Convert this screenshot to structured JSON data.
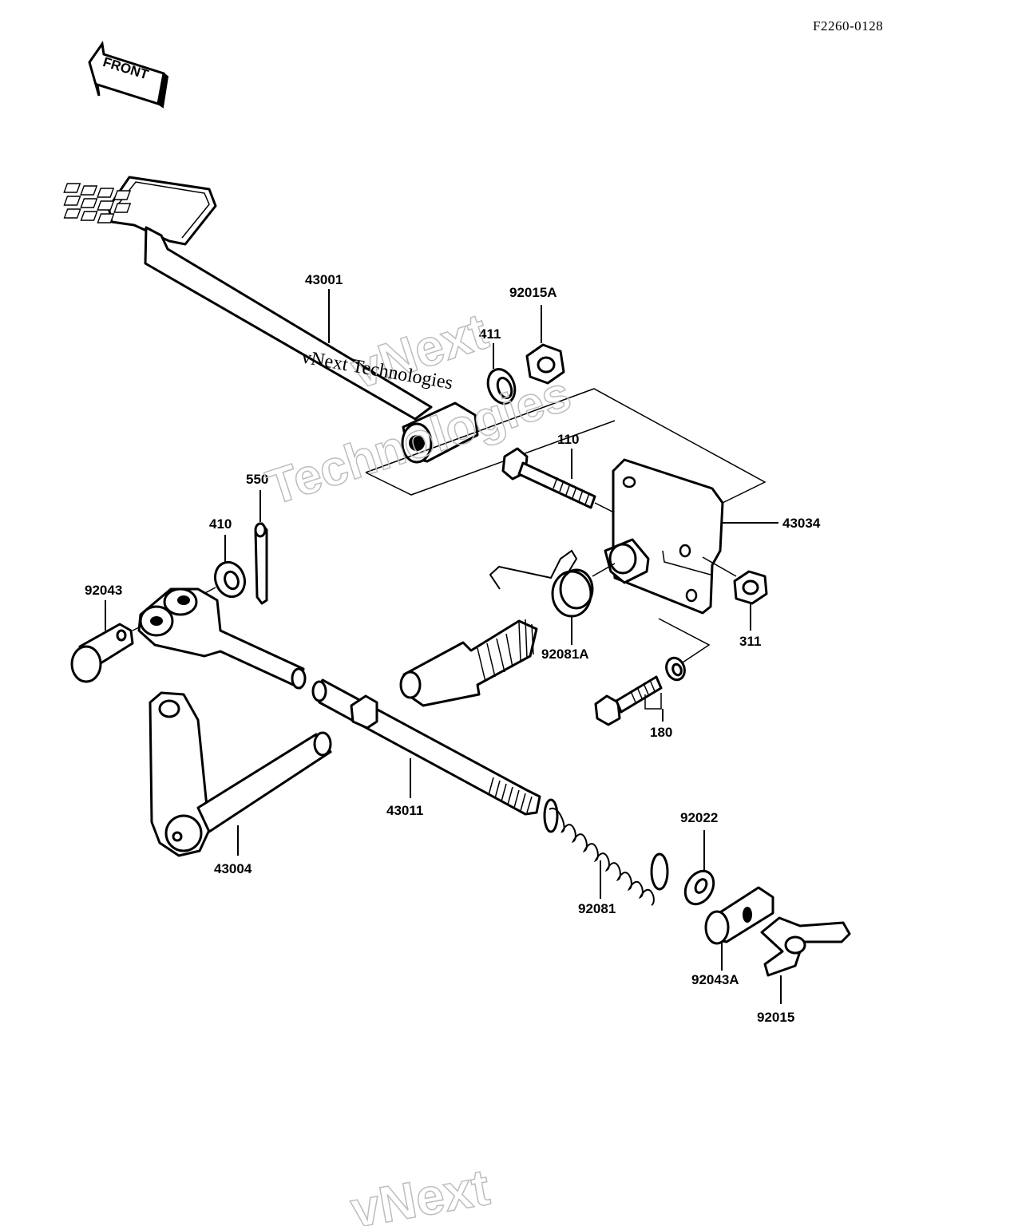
{
  "ref_code": "F2260-0128",
  "front_badge": "FRONT",
  "watermark": {
    "line1": "vNext",
    "line2": "Technologies",
    "inline": "vNext Technologies"
  },
  "part_labels": {
    "p43001": "43001",
    "p92015A": "92015A",
    "p411": "411",
    "p110": "110",
    "p43034": "43034",
    "p550": "550",
    "p410": "410",
    "p92043": "92043",
    "p92081A": "92081A",
    "p311": "311",
    "p180": "180",
    "p43011": "43011",
    "p43004": "43004",
    "p92022": "92022",
    "p92081": "92081",
    "p92043A": "92043A",
    "p92015": "92015"
  }
}
